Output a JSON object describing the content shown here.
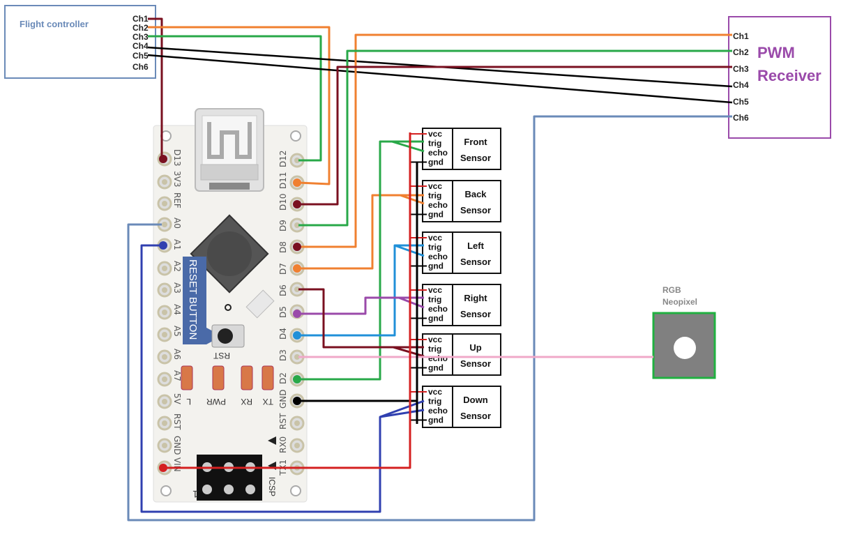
{
  "flight_controller": {
    "title": "Flight controller",
    "channels": [
      "Ch1",
      "Ch2",
      "Ch3",
      "Ch4",
      "Ch5",
      "Ch6"
    ]
  },
  "receiver": {
    "title_line1": "PWM",
    "title_line2": "Receiver",
    "channels": [
      "Ch1",
      "Ch2",
      "Ch3",
      "Ch4",
      "Ch5",
      "Ch6"
    ]
  },
  "arduino": {
    "left_pins": [
      "D13",
      "3V3",
      "REF",
      "A0",
      "A1",
      "A2",
      "A3",
      "A4",
      "A5",
      "A6",
      "A7",
      "5V",
      "RST",
      "GND",
      "VIN"
    ],
    "right_pins": [
      "D12",
      "D11",
      "D10",
      "D9",
      "D8",
      "D7",
      "D6",
      "D5",
      "D4",
      "D3",
      "D2",
      "GND",
      "RST",
      "RX0",
      "TX1"
    ],
    "reset_label": "RESET BUTTON",
    "rst_label": "RST",
    "led_labels": [
      "L",
      "PWR",
      "RX",
      "TX"
    ],
    "icsp_label": "ICSP",
    "icsp_pin1": "1"
  },
  "sensors": [
    {
      "name_line1": "Front",
      "name_line2": "Sensor"
    },
    {
      "name_line1": "Back",
      "name_line2": "Sensor"
    },
    {
      "name_line1": "Left",
      "name_line2": "Sensor"
    },
    {
      "name_line1": "Right",
      "name_line2": "Sensor"
    },
    {
      "name_line1": "Up",
      "name_line2": "Sensor"
    },
    {
      "name_line1": "Down",
      "name_line2": "Sensor"
    }
  ],
  "sensor_pins": [
    "vcc",
    "trig",
    "echo",
    "gnd"
  ],
  "neopixel": {
    "title_line1": "RGB",
    "title_line2": "Neopixel"
  },
  "colors": {
    "red": "#d42020",
    "maroon": "#7a1020",
    "orange": "#f08030",
    "green": "#28a848",
    "black": "#000000",
    "blue_gray": "#6a8ab8",
    "navy": "#3040b0",
    "sky": "#2090d8",
    "purple": "#9a4aaa",
    "pink": "#f0a8c8",
    "neopixel_green": "#20b040"
  }
}
